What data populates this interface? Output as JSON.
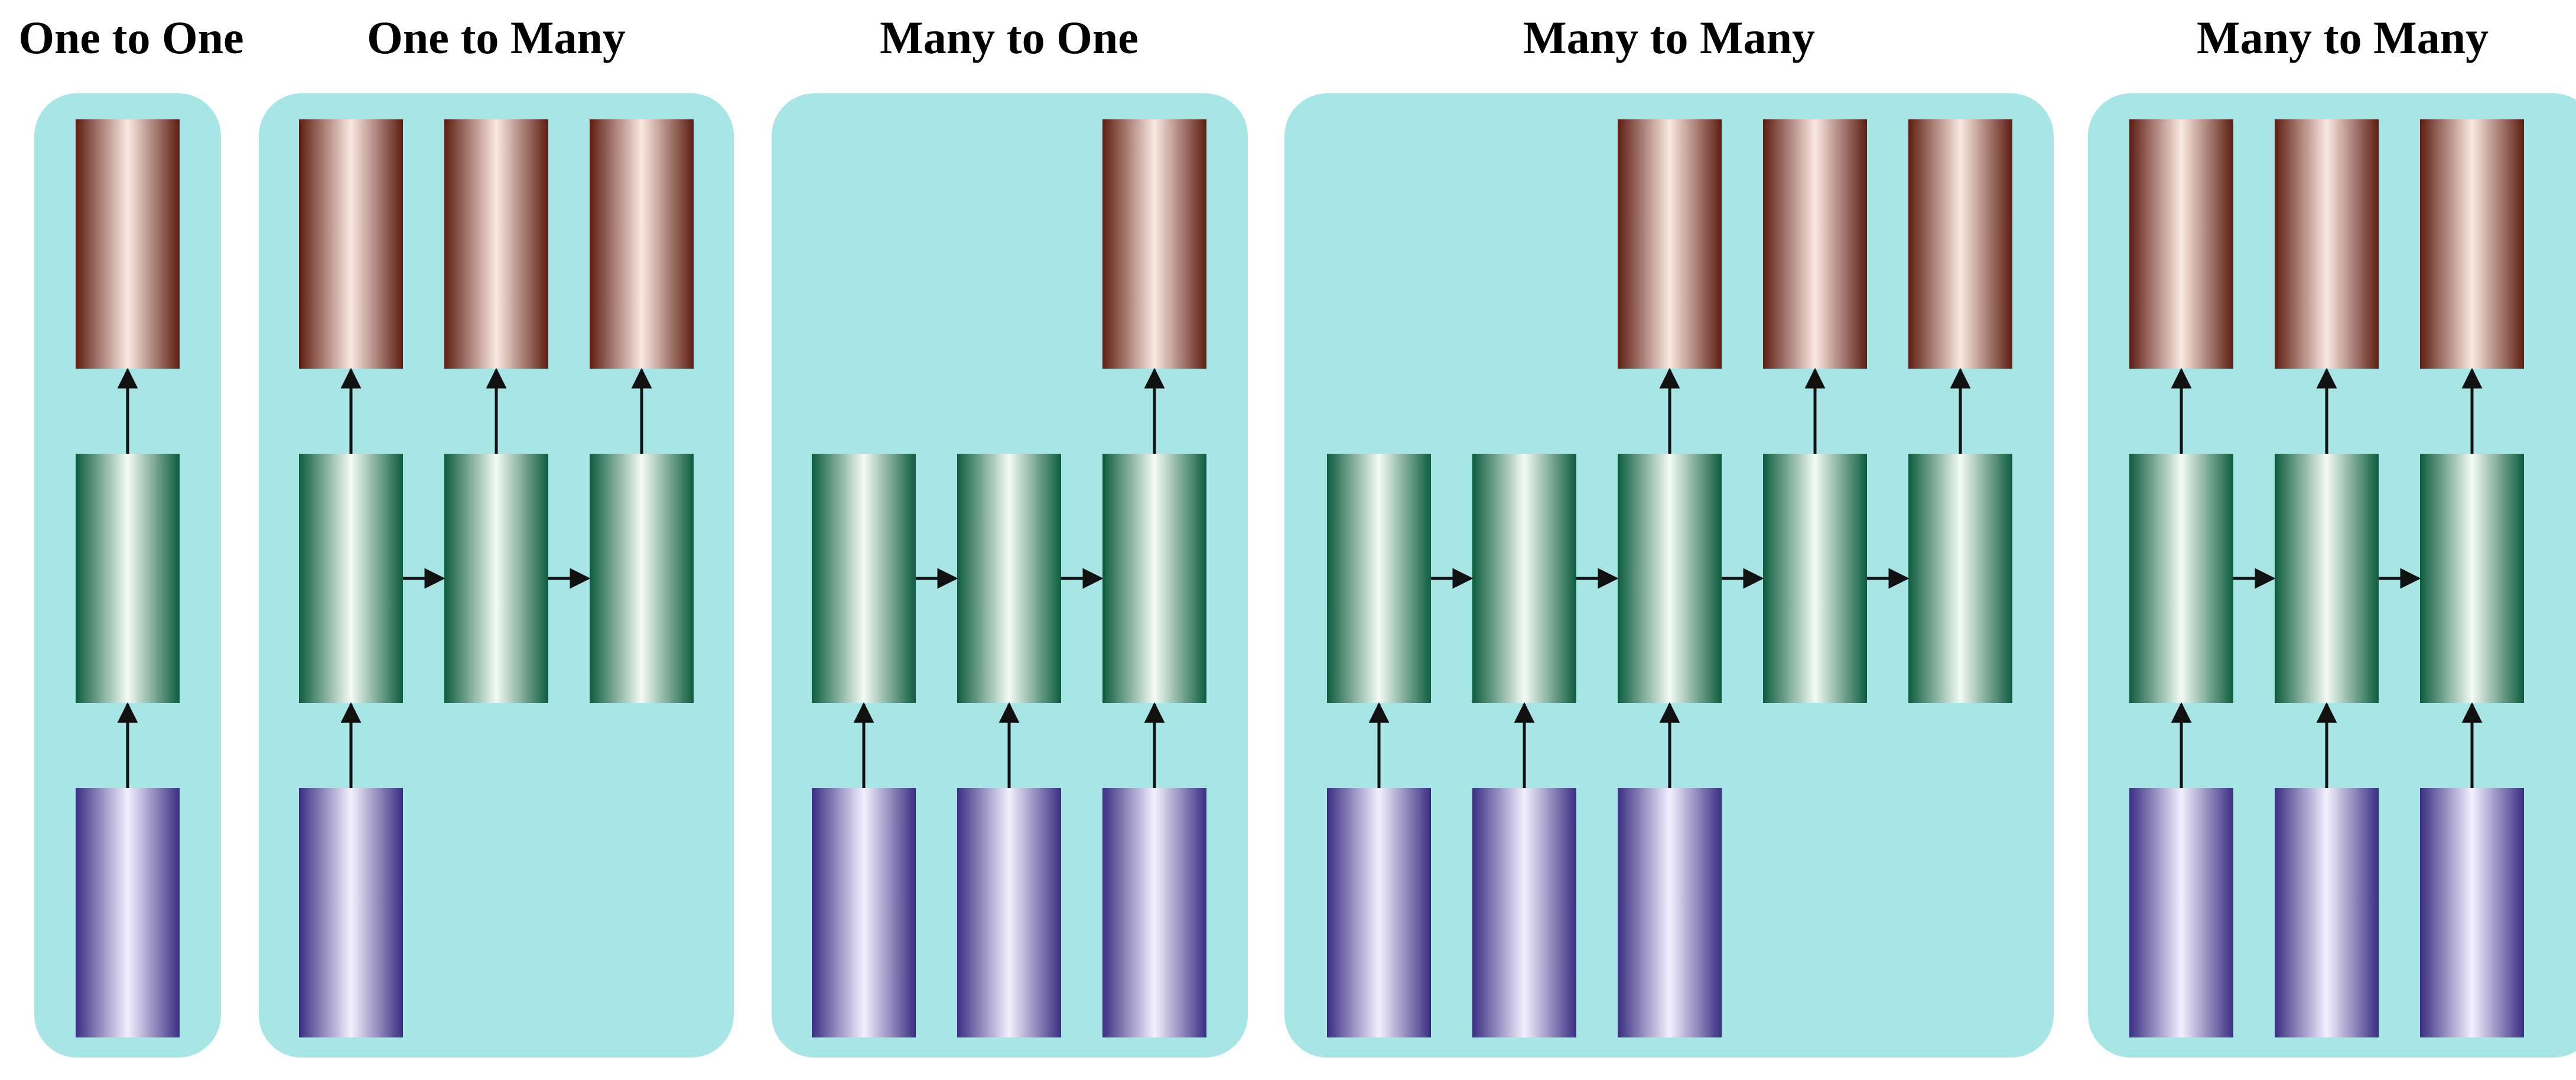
{
  "titles": {
    "one_to_one": "One to One",
    "one_to_many": "One to Many",
    "many_to_one": "Many to One",
    "many_to_many_delayed": "Many to Many",
    "many_to_many_synced": "Many to Many"
  },
  "colors": {
    "panel": "#a8e6e6",
    "output_dark": "#5e1d12",
    "output_light": "#fbe9e2",
    "hidden_dark": "#0d5c3f",
    "hidden_light": "#f3fbf6",
    "input_dark": "#3a2e82",
    "input_light": "#f4f0ff",
    "arrow": "#111111"
  },
  "diagrams": [
    {
      "id": "one_to_one",
      "cols": 1,
      "outputs": [
        0
      ],
      "inputs": [
        0
      ]
    },
    {
      "id": "one_to_many",
      "cols": 3,
      "outputs": [
        0,
        1,
        2
      ],
      "inputs": [
        0
      ]
    },
    {
      "id": "many_to_one",
      "cols": 3,
      "outputs": [
        2
      ],
      "inputs": [
        0,
        1,
        2
      ]
    },
    {
      "id": "many_to_many_delayed",
      "cols": 5,
      "outputs": [
        2,
        3,
        4
      ],
      "inputs": [
        0,
        1,
        2
      ]
    },
    {
      "id": "many_to_many_synced",
      "cols": 3,
      "outputs": [
        0,
        1,
        2
      ],
      "inputs": [
        0,
        1,
        2
      ]
    }
  ]
}
